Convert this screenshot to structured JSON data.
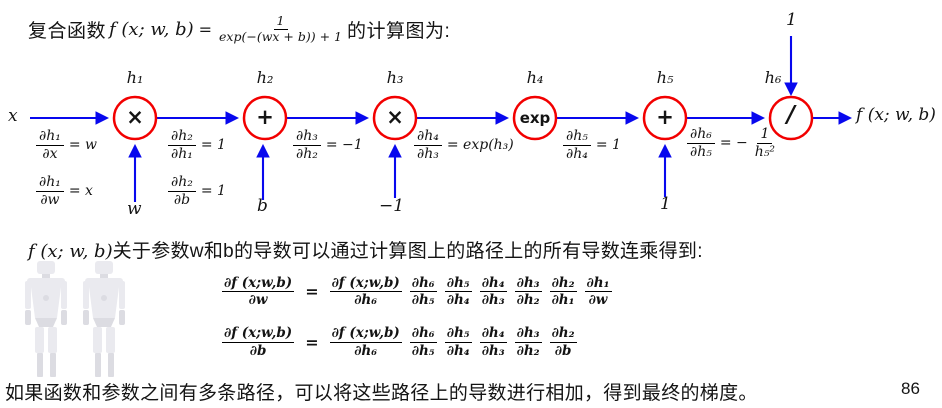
{
  "colors": {
    "wire-blue": "#0808ee",
    "node-red": "#f20000",
    "ink": "#141414",
    "watermark-gray": "#eaeaef",
    "watermark-dark": "#dcdce2"
  },
  "title": {
    "cjk_prefix": "复合函数",
    "formula": "f (x; w, b)",
    "equals": "=",
    "frac_num": "1",
    "frac_den": "exp(−(wx + b)) + 1",
    "cjk_suffix": "的计算图为:"
  },
  "graph": {
    "input_label": "x",
    "output_label": "f (x; w, b)",
    "top_input": "1",
    "nodes": [
      {
        "label": "h₁",
        "op": "×"
      },
      {
        "label": "h₂",
        "op": "+"
      },
      {
        "label": "h₃",
        "op": "×"
      },
      {
        "label": "h₄",
        "op": "exp"
      },
      {
        "label": "h₅",
        "op": "+"
      },
      {
        "label": "h₆",
        "op": "/"
      }
    ],
    "bottom_inputs": [
      {
        "label": "w"
      },
      {
        "label": "b"
      },
      {
        "label": "−1"
      },
      {
        "label": "1"
      }
    ],
    "deriv_labels": [
      {
        "num": "∂h₁",
        "den": "∂x",
        "rhs": "= w"
      },
      {
        "num": "∂h₁",
        "den": "∂w",
        "rhs": "= x"
      },
      {
        "num": "∂h₂",
        "den": "∂h₁",
        "rhs": "= 1"
      },
      {
        "num": "∂h₂",
        "den": "∂b",
        "rhs": "= 1"
      },
      {
        "num": "∂h₃",
        "den": "∂h₂",
        "rhs": "= −1"
      },
      {
        "num": "∂h₄",
        "den": "∂h₃",
        "rhs": "= exp(h₃)"
      },
      {
        "num": "∂h₅",
        "den": "∂h₄",
        "rhs": "= 1"
      },
      {
        "num": "∂h₆",
        "den": "∂h₅",
        "rhs_prefix": "= −",
        "rhs_num": "1",
        "rhs_den": "h₅²"
      }
    ]
  },
  "para1": {
    "formula": "f (x; w, b)",
    "text": "关于参数w和b的导数可以通过计算图上的路径上的所有导数连乘得到:"
  },
  "equations": [
    {
      "lhs_num": "∂f (x;w,b)",
      "lhs_den": "∂w",
      "equals": "=",
      "terms": [
        {
          "num": "∂f (x;w,b)",
          "den": "∂h₆"
        },
        {
          "num": "∂h₆",
          "den": "∂h₅"
        },
        {
          "num": "∂h₅",
          "den": "∂h₄"
        },
        {
          "num": "∂h₄",
          "den": "∂h₃"
        },
        {
          "num": "∂h₃",
          "den": "∂h₂"
        },
        {
          "num": "∂h₂",
          "den": "∂h₁"
        },
        {
          "num": "∂h₁",
          "den": "∂w"
        }
      ]
    },
    {
      "lhs_num": "∂f (x;w,b)",
      "lhs_den": "∂b",
      "equals": "=",
      "terms": [
        {
          "num": "∂f (x;w,b)",
          "den": "∂h₆"
        },
        {
          "num": "∂h₆",
          "den": "∂h₅"
        },
        {
          "num": "∂h₅",
          "den": "∂h₄"
        },
        {
          "num": "∂h₄",
          "den": "∂h₃"
        },
        {
          "num": "∂h₃",
          "den": "∂h₂"
        },
        {
          "num": "∂h₂",
          "den": "∂b"
        }
      ]
    }
  ],
  "para2": {
    "text": "如果函数和参数之间有多条路径，可以将这些路径上的导数进行相加，得到最终的梯度。"
  },
  "page_number": "86"
}
